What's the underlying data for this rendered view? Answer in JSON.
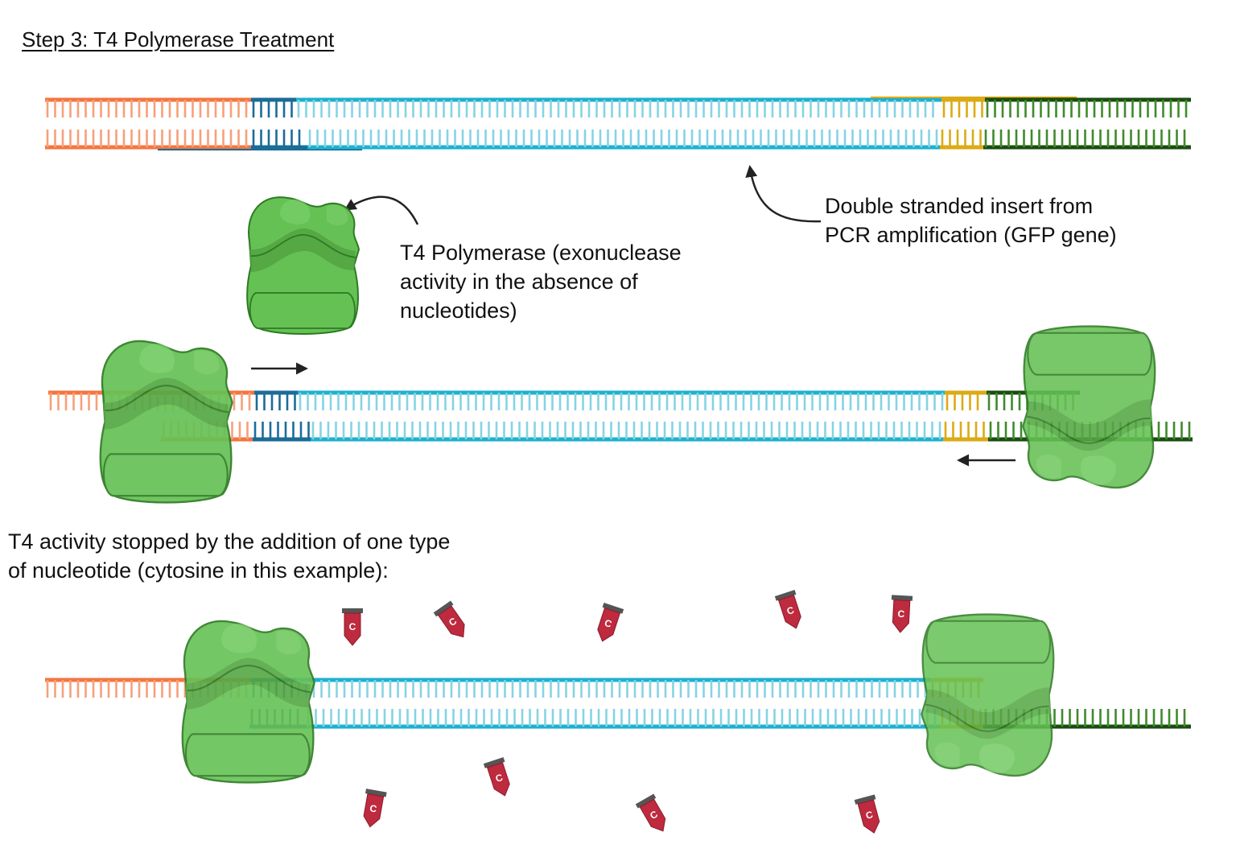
{
  "title": "Step 3: T4 Polymerase Treatment",
  "labels": {
    "insert": "Double stranded insert from\nPCR amplification (GFP gene)",
    "t4": "T4 Polymerase (exonuclease\nactivity in the absence of\nnucleotides)",
    "stop": "T4 activity stopped by the addition of one type\nof nucleotide (cytosine in this example):"
  },
  "nucleotide_letter": "C",
  "colors": {
    "orange": "#f47540",
    "orange_light": "#f7a07a",
    "navy": "#1b6c98",
    "cyan": "#1db0d0",
    "cyan_light": "#86d3e4",
    "gold": "#dcaa14",
    "dark_green": "#1a4d10",
    "green": "#3f8a2c",
    "enzyme": "#66c155",
    "enzyme_dark": "#52a342",
    "enzyme_edge": "#2d7a22",
    "nucleotide": "#be2a3e",
    "cap": "#555555"
  }
}
